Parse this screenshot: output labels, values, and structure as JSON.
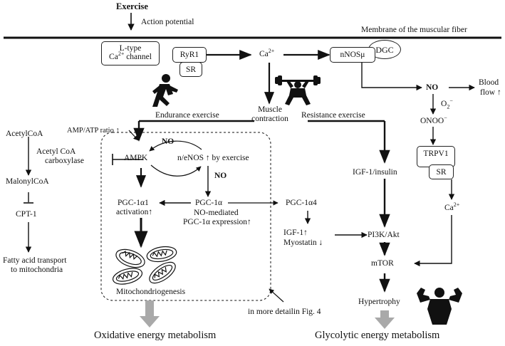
{
  "header": {
    "exercise": "Exercise",
    "action_potential": "Action potential",
    "membrane": "Membrane of the muscular fiber"
  },
  "channels": {
    "ltype": "L-type",
    "ca_channel": "Ca",
    "ca_channel_sup": "2+",
    "ca_channel_tail": " channel",
    "ryr1": "RyR1",
    "sr": "SR",
    "ca_center": "Ca",
    "ca_center_sup": "2+",
    "nnos": "nNOSμ",
    "dgc": "DGC"
  },
  "no_path": {
    "no": "NO",
    "blood_flow": "Blood",
    "blood_flow_2": "flow ↑",
    "o2": "O",
    "o2_sub": "2",
    "o2_sup": "−",
    "onoo": "ONOO",
    "onoo_sup": "−",
    "trpv1": "TRPV1",
    "sr2": "SR",
    "ca_right": "Ca",
    "ca_right_sup": "2+"
  },
  "center": {
    "muscle_contraction_1": "Muscle",
    "muscle_contraction_2": "contraction",
    "endurance": "Endurance exercise",
    "resistance": "Resistance exercise"
  },
  "left": {
    "amp_atp": "AMP/ATP ratio ↑",
    "acetylcoa": "AcetylCoA",
    "acc_1": "Acetyl CoA",
    "acc_2": "carboxylase",
    "malonylcoa": "MalonylCoA",
    "cpt1": "CPT-1",
    "fatty_1": "Fatty acid transport",
    "fatty_2": "to mitochondria"
  },
  "box": {
    "ampk": "AMPK",
    "no_top": "NO",
    "neno": "n/eNOS ↑ by exercise",
    "no_mid": "NO",
    "pgc1a1_1": "PGC-1α1",
    "pgc1a1_2": "activation↑",
    "pgc1a": "PGC-1α",
    "pgc1a_2": "NO-mediated",
    "pgc1a_3": "PGC-1α expression↑",
    "mitochondriogenesis": "Mitochondriogenesis"
  },
  "right_chain": {
    "pgc1a4": "PGC-1α4",
    "igf_up": "IGF-1↑",
    "myostatin": "Myostatin ↓",
    "igf_insulin": "IGF-1/insulin",
    "pi3k": "PI3K/Akt",
    "mtor": "mTOR",
    "hypertrophy": "Hypertrophy",
    "detail": "in more detailin Fig. 4"
  },
  "bottom": {
    "oxidative": "Oxidative energy metabolism",
    "glycolytic": "Glycolytic energy metabolism"
  },
  "colors": {
    "line": "#111111",
    "grey_arrow": "#a9a9a9"
  },
  "icons": [
    "runner-icon",
    "weightlifter-icon",
    "bodybuilder-icon",
    "mitochondria-icon"
  ]
}
